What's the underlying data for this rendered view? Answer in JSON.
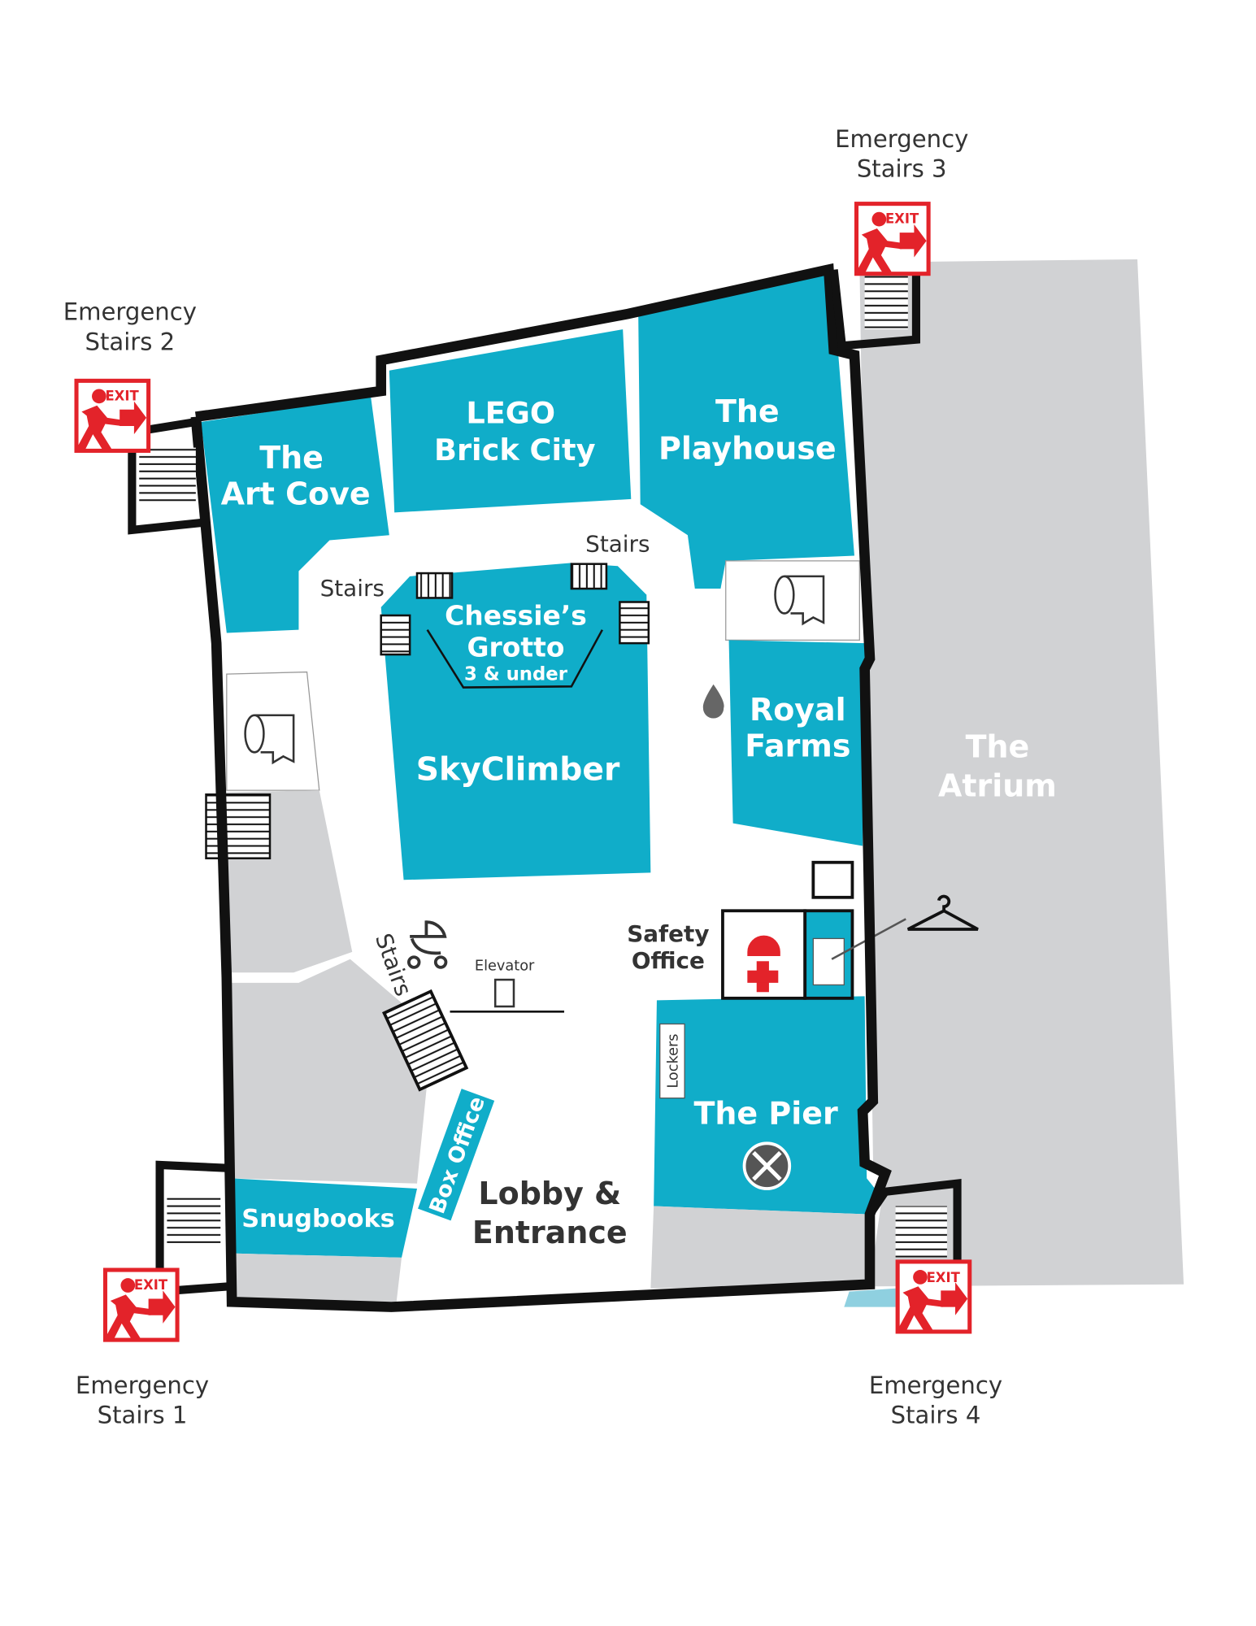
{
  "colors": {
    "room": "#10adc9",
    "gray": "#d1d2d4",
    "wall": "#111111",
    "exit": "#e3232a"
  },
  "rooms": {
    "art_cove": [
      "The",
      "Art Cove"
    ],
    "lego": [
      "LEGO",
      "Brick City"
    ],
    "playhouse": [
      "The",
      "Playhouse"
    ],
    "royal_farms": [
      "Royal",
      "Farms"
    ],
    "chessie": [
      "Chessie’s",
      "Grotto"
    ],
    "chessie_note": "3 & under",
    "skyclimber": "SkyClimber",
    "snugbooks": "Snugbooks",
    "box_office": "Box Office",
    "pier": "The Pier",
    "atrium": [
      "The",
      "Atrium"
    ],
    "lobby": [
      "Lobby &",
      "Entrance"
    ],
    "safety": [
      "Safety",
      "Office"
    ],
    "lockers": "Lockers"
  },
  "labels": {
    "stairs": "Stairs",
    "elevator": "Elevator",
    "exit": "EXIT"
  },
  "emergency": [
    [
      "Emergency",
      "Stairs 1"
    ],
    [
      "Emergency",
      "Stairs 2"
    ],
    [
      "Emergency",
      "Stairs 3"
    ],
    [
      "Emergency",
      "Stairs 4"
    ]
  ]
}
